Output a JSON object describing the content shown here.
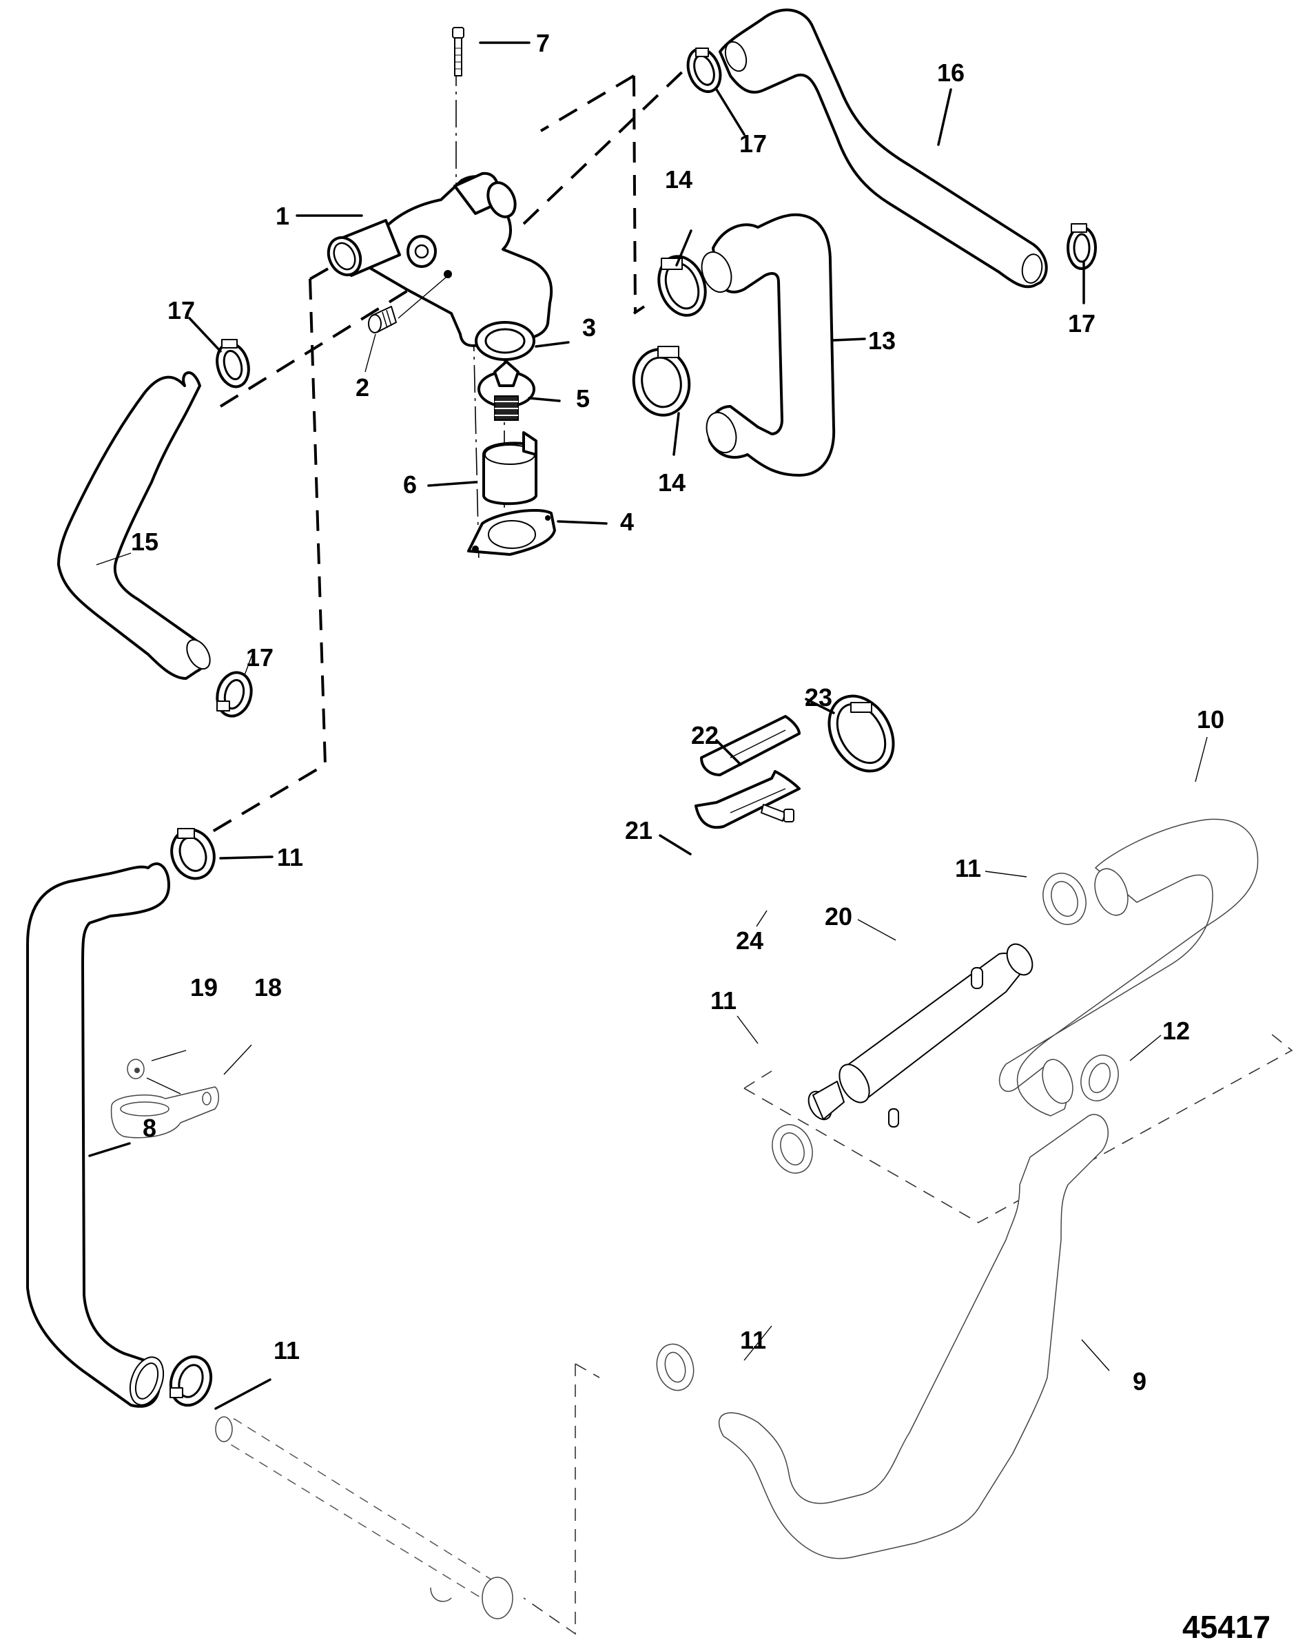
{
  "diagram": {
    "title": "Cooling system exploded parts view — thermostat housing, hoses, clamps and heat exchanger",
    "figure_id": "45417",
    "callouts": [
      {
        "key": "c7",
        "label": "7",
        "part": "bolt"
      },
      {
        "key": "c1",
        "label": "1",
        "part": "thermostat-housing"
      },
      {
        "key": "c17a",
        "label": "17",
        "part": "hose-clamp"
      },
      {
        "key": "c2",
        "label": "2",
        "part": "pipe-plug"
      },
      {
        "key": "c3",
        "label": "3",
        "part": "seal"
      },
      {
        "key": "c5",
        "label": "5",
        "part": "thermostat"
      },
      {
        "key": "c6",
        "label": "6",
        "part": "sleeve"
      },
      {
        "key": "c4",
        "label": "4",
        "part": "gasket"
      },
      {
        "key": "c15",
        "label": "15",
        "part": "hose"
      },
      {
        "key": "c17b",
        "label": "17",
        "part": "hose-clamp"
      },
      {
        "key": "c16",
        "label": "16",
        "part": "hose"
      },
      {
        "key": "c17c",
        "label": "17",
        "part": "hose-clamp"
      },
      {
        "key": "c14a",
        "label": "14",
        "part": "hose-clamp"
      },
      {
        "key": "c13",
        "label": "13",
        "part": "u-hose"
      },
      {
        "key": "c17d",
        "label": "17",
        "part": "hose-clamp"
      },
      {
        "key": "c14b",
        "label": "14",
        "part": "hose-clamp"
      },
      {
        "key": "c23",
        "label": "23",
        "part": "band-clamp"
      },
      {
        "key": "c22",
        "label": "22",
        "part": "upper-bracket"
      },
      {
        "key": "c10",
        "label": "10",
        "part": "hose"
      },
      {
        "key": "c21",
        "label": "21",
        "part": "lower-bracket"
      },
      {
        "key": "c11a",
        "label": "11",
        "part": "hose-clamp"
      },
      {
        "key": "c20",
        "label": "20",
        "part": "heat-exchanger"
      },
      {
        "key": "c24",
        "label": "24",
        "part": "screw"
      },
      {
        "key": "c11b",
        "label": "11",
        "part": "hose-clamp"
      },
      {
        "key": "c19",
        "label": "19",
        "part": "nut"
      },
      {
        "key": "c18",
        "label": "18",
        "part": "hose-bracket"
      },
      {
        "key": "c11c",
        "label": "11",
        "part": "hose-clamp"
      },
      {
        "key": "c12",
        "label": "12",
        "part": "hose-clamp"
      },
      {
        "key": "c8",
        "label": "8",
        "part": "hose"
      },
      {
        "key": "c11d",
        "label": "11",
        "part": "hose-clamp"
      },
      {
        "key": "c11e",
        "label": "11",
        "part": "hose-clamp"
      },
      {
        "key": "c9",
        "label": "9",
        "part": "hose"
      }
    ]
  }
}
